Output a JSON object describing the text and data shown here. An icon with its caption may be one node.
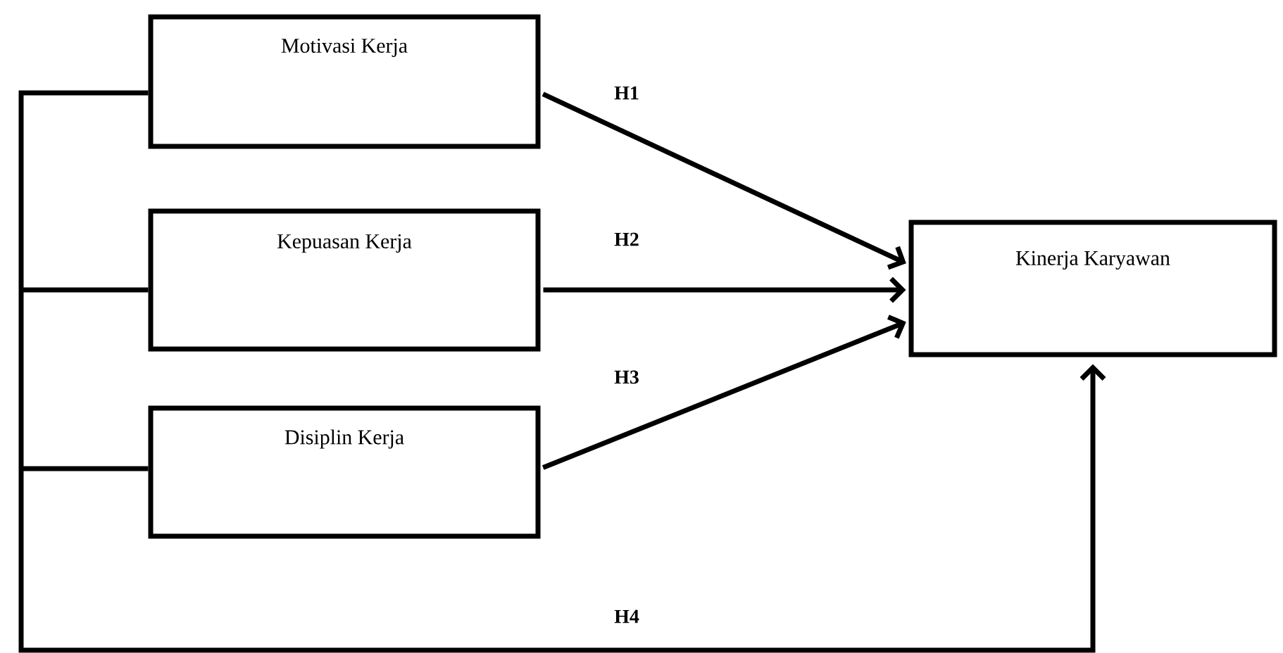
{
  "diagram": {
    "nodes": [
      {
        "text": [
          "Motivasi Kerja"
        ]
      },
      {
        "text": [
          "Kepuasan Kerja"
        ]
      },
      {
        "text": [
          "Disiplin Kerja"
        ]
      },
      {
        "text": [
          "Kinerja Karyawan"
        ]
      }
    ],
    "edges": [
      {
        "from": 0,
        "to": 3,
        "arrow": "to",
        "label": "H1"
      },
      {
        "from": 1,
        "to": 3,
        "arrow": "to",
        "label": "H2"
      },
      {
        "from": 2,
        "to": 3,
        "arrow": "to",
        "label": "H3"
      },
      {
        "from": 0,
        "to": 3,
        "arrow": "to",
        "label": "H4"
      },
      {
        "from": 1,
        "to": 3,
        "arrow": "to"
      },
      {
        "from": 2,
        "to": 3,
        "arrow": "to"
      }
    ]
  }
}
